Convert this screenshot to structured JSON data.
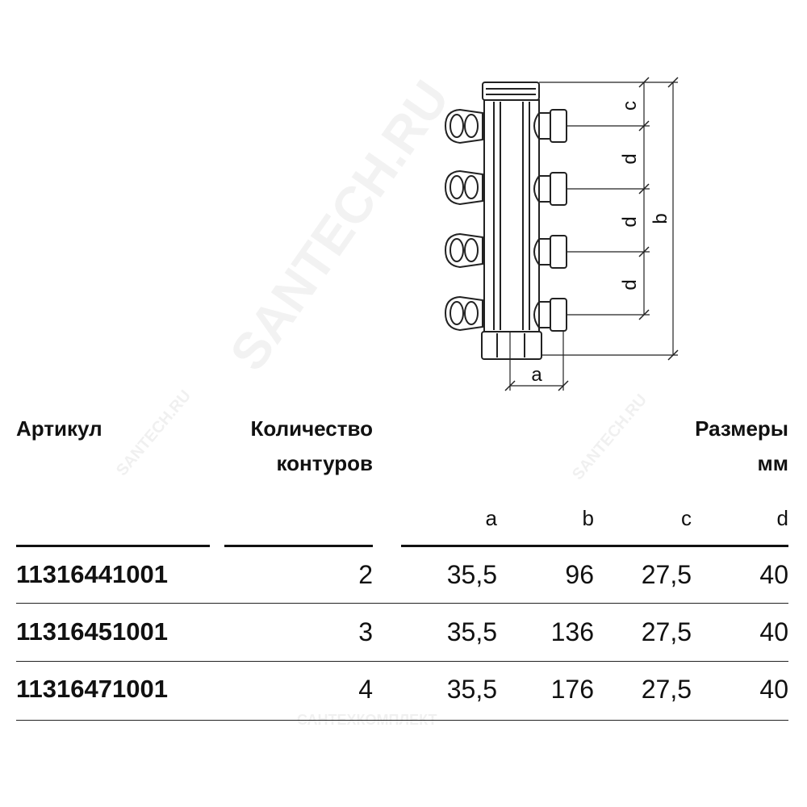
{
  "drawing": {
    "dim_labels": [
      "c",
      "d",
      "d",
      "d",
      "b",
      "a"
    ]
  },
  "table": {
    "headers": {
      "article": "Артикул",
      "circuits_line1": "Количество",
      "circuits_line2": "контуров",
      "dims_line1": "Размеры",
      "dims_line2": "мм"
    },
    "dim_columns": [
      "a",
      "b",
      "c",
      "d"
    ],
    "rows": [
      {
        "article": "11316441001",
        "circuits": "2",
        "a": "35,5",
        "b": "96",
        "c": "27,5",
        "d": "40"
      },
      {
        "article": "11316451001",
        "circuits": "3",
        "a": "35,5",
        "b": "136",
        "c": "27,5",
        "d": "40"
      },
      {
        "article": "11316471001",
        "circuits": "4",
        "a": "35,5",
        "b": "176",
        "c": "27,5",
        "d": "40"
      }
    ]
  },
  "watermarks": {
    "main": "SANTECH.RU",
    "small": "SANTECH.RU",
    "footer": "САНТЕХКОМПЛЕКТ"
  }
}
